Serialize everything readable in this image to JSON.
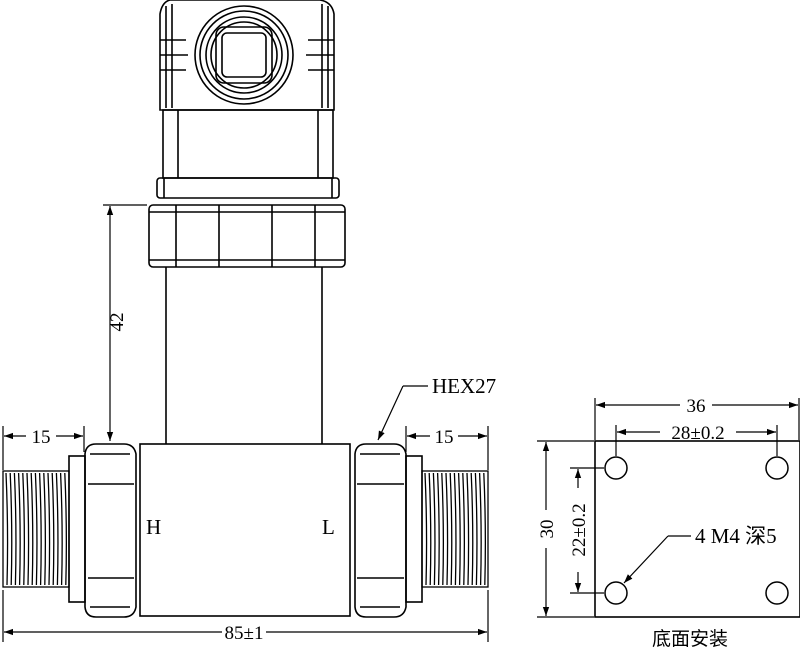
{
  "side_view": {
    "dim_height": "42",
    "dim_left_thread": "15",
    "dim_right_thread": "15",
    "dim_total_length": "85±1",
    "hex_label": "HEX27",
    "port_high": "H",
    "port_low": "L"
  },
  "bottom_view": {
    "dim_width": "36",
    "dim_hole_spacing_x": "28±0.2",
    "dim_height": "30",
    "dim_hole_spacing_y": "22±0.2",
    "holes_label": "4 M4 深5",
    "caption": "底面安装"
  }
}
